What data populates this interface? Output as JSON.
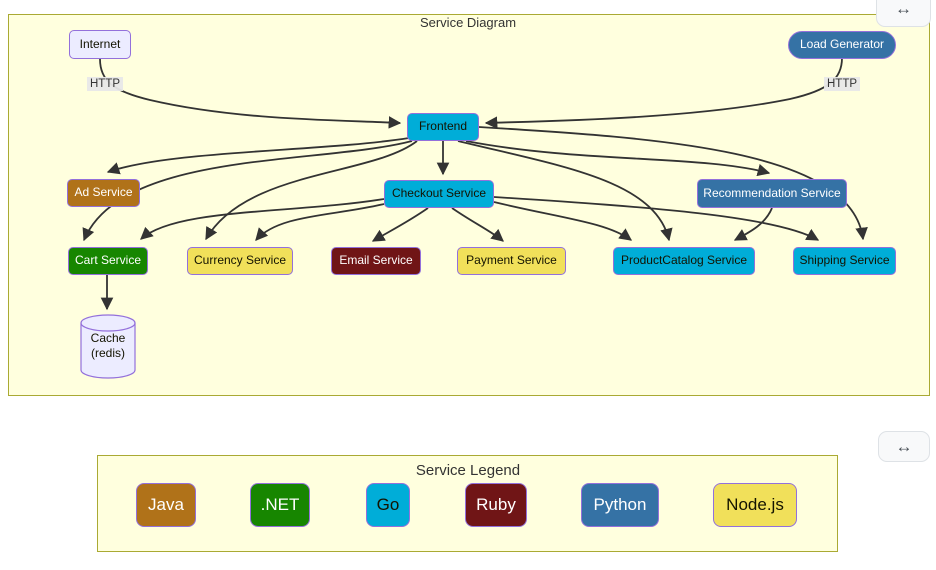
{
  "diagram_panel": {
    "title": "Service Diagram",
    "nodes": {
      "internet": {
        "label": "Internet",
        "language": null,
        "shape": "rect"
      },
      "load_generator": {
        "label": "Load Generator",
        "language": "python",
        "shape": "stadium"
      },
      "frontend": {
        "label": "Frontend",
        "language": "go",
        "shape": "rect"
      },
      "ad": {
        "label": "Ad Service",
        "language": "java",
        "shape": "rect"
      },
      "checkout": {
        "label": "Checkout Service",
        "language": "go",
        "shape": "rect"
      },
      "recommendation": {
        "label": "Recommendation Service",
        "language": "python",
        "shape": "rect"
      },
      "cart": {
        "label": "Cart Service",
        "language": "dotnet",
        "shape": "rect"
      },
      "currency": {
        "label": "Currency Service",
        "language": "nodejs",
        "shape": "rect"
      },
      "email": {
        "label": "Email Service",
        "language": "ruby",
        "shape": "rect"
      },
      "payment": {
        "label": "Payment Service",
        "language": "nodejs",
        "shape": "rect"
      },
      "product_catalog": {
        "label": "ProductCatalog Service",
        "language": "go",
        "shape": "rect"
      },
      "shipping": {
        "label": "Shipping Service",
        "language": "go",
        "shape": "rect"
      },
      "cache": {
        "label_line1": "Cache",
        "label_line2": "(redis)",
        "shape": "cylinder"
      }
    },
    "edge_labels": {
      "internet_http": "HTTP",
      "loadgen_http": "HTTP"
    },
    "edges": [
      {
        "from": "Internet",
        "to": "Frontend",
        "label": "HTTP"
      },
      {
        "from": "Load Generator",
        "to": "Frontend",
        "label": "HTTP"
      },
      {
        "from": "Frontend",
        "to": "Ad Service",
        "label": ""
      },
      {
        "from": "Frontend",
        "to": "Checkout Service",
        "label": ""
      },
      {
        "from": "Frontend",
        "to": "Cart Service",
        "label": ""
      },
      {
        "from": "Frontend",
        "to": "Currency Service",
        "label": ""
      },
      {
        "from": "Frontend",
        "to": "Recommendation Service",
        "label": ""
      },
      {
        "from": "Frontend",
        "to": "ProductCatalog Service",
        "label": ""
      },
      {
        "from": "Frontend",
        "to": "Shipping Service",
        "label": ""
      },
      {
        "from": "Checkout Service",
        "to": "Cart Service",
        "label": ""
      },
      {
        "from": "Checkout Service",
        "to": "Currency Service",
        "label": ""
      },
      {
        "from": "Checkout Service",
        "to": "Email Service",
        "label": ""
      },
      {
        "from": "Checkout Service",
        "to": "Payment Service",
        "label": ""
      },
      {
        "from": "Checkout Service",
        "to": "ProductCatalog Service",
        "label": ""
      },
      {
        "from": "Checkout Service",
        "to": "Shipping Service",
        "label": ""
      },
      {
        "from": "Recommendation Service",
        "to": "ProductCatalog Service",
        "label": ""
      },
      {
        "from": "Cart Service",
        "to": "Cache (redis)",
        "label": ""
      }
    ]
  },
  "legend_panel": {
    "title": "Service Legend",
    "items": [
      {
        "label": "Java",
        "color": "#b07219",
        "text_color": "#ffffff"
      },
      {
        "label": ".NET",
        "color": "#178600",
        "text_color": "#ffffff"
      },
      {
        "label": "Go",
        "color": "#00add8",
        "text_color": "#131300"
      },
      {
        "label": "Ruby",
        "color": "#701516",
        "text_color": "#ffffff"
      },
      {
        "label": "Python",
        "color": "#3572a5",
        "text_color": "#ffffff"
      },
      {
        "label": "Node.js",
        "color": "#f1e05a",
        "text_color": "#131300"
      }
    ]
  },
  "controls": {
    "expand_icon": "↔"
  },
  "colors": {
    "panel_bg": "#ffffde",
    "panel_border": "#aaaa33",
    "node_border": "#9370db",
    "default_node_bg": "#ececff",
    "edge": "#333333",
    "edge_label_bg": "#e8e8e8",
    "java": "#b07219",
    "dotnet": "#178600",
    "go": "#00add8",
    "ruby": "#701516",
    "python": "#3572a5",
    "nodejs": "#f1e05a"
  }
}
